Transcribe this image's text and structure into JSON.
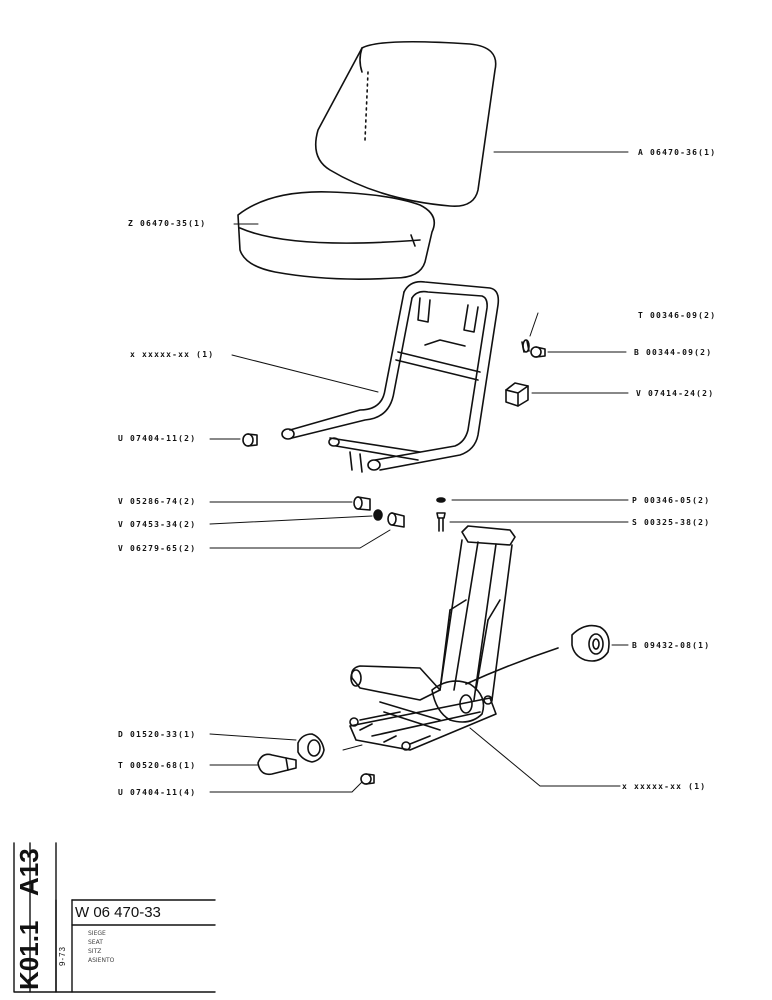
{
  "labels": {
    "a_06470_36": "A 06470-36(1)",
    "z_06470_35": "Z 06470-35(1)",
    "x_frame_top": "x xxxxx-xx (1)",
    "t_00346_09": "T 00346-09(2)",
    "b_00344_09": "B 00344-09(2)",
    "v_07414_24": "V 07414-24(2)",
    "u_07404_11_2": "U 07404-11(2)",
    "v_05286_74": "V 05286-74(2)",
    "v_07453_34": "V 07453-34(2)",
    "v_06279_65": "V 06279-65(2)",
    "p_00346_05": "P 00346-05(2)",
    "s_00325_38": "S 00325-38(2)",
    "b_09432_08": "B 09432-08(1)",
    "d_01520_33": "D 01520-33(1)",
    "t_00520_68": "T 00520-68(1)",
    "u_07404_11_4": "U 07404-11(4)",
    "x_frame_bottom": "x xxxxx-xx (1)"
  },
  "title_block": {
    "code_a": "A13",
    "code_k": "K01.1",
    "date": "9-73",
    "drawing_number": "W 06 470-33",
    "desc_1": "SIEGE",
    "desc_2": "SEAT",
    "desc_3": "SITZ",
    "desc_4": "ASIENTO"
  }
}
